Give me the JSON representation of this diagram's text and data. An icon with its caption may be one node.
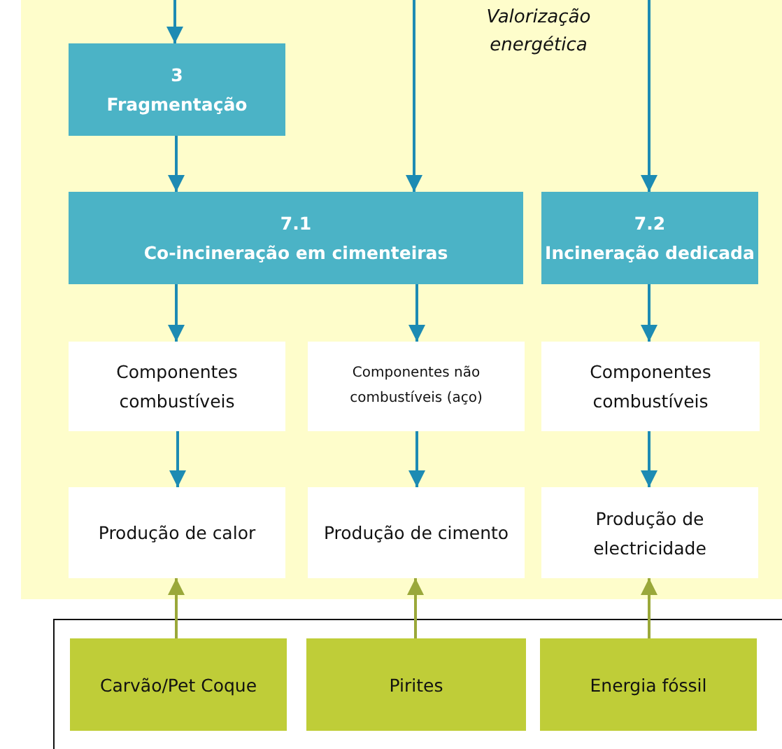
{
  "diagram": {
    "nodes": [
      {
        "text": [
          "Valorização energética"
        ]
      },
      {
        "text": [
          "3",
          "Fragmentação"
        ],
        "in": 0
      },
      {
        "text": [
          "7.1",
          "Co-incineração em cimenteiras"
        ],
        "in": 0
      },
      {
        "text": [
          "7.2",
          "Incineração dedicada"
        ],
        "in": 0
      },
      {
        "text": [
          "Componentes combustíveis"
        ],
        "in": 0
      },
      {
        "text": [
          "Componentes não combustíveis (aço)"
        ],
        "in": 0
      },
      {
        "text": [
          "Componentes combustíveis"
        ],
        "in": 0
      },
      {
        "text": [
          "Produção de calor"
        ],
        "in": 0
      },
      {
        "text": [
          "Produção de cimento"
        ],
        "in": 0
      },
      {
        "text": [
          "Produção de electricidade"
        ],
        "in": 0
      },
      {
        "text": [],
        "shape": "box"
      },
      {
        "text": [
          "Carvão/Pet Coque"
        ],
        "in": 10
      },
      {
        "text": [
          "Pirites"
        ],
        "in": 10
      },
      {
        "text": [
          "Energia fóssil"
        ],
        "in": 10
      }
    ],
    "edges": [
      {
        "from": null,
        "to": 1,
        "arrow": "to"
      },
      {
        "from": null,
        "to": 2,
        "arrow": "to"
      },
      {
        "from": null,
        "to": 3,
        "arrow": "to"
      },
      {
        "from": 1,
        "to": 2,
        "arrow": "to"
      },
      {
        "from": 2,
        "to": 4,
        "arrow": "to"
      },
      {
        "from": 2,
        "to": 5,
        "arrow": "to"
      },
      {
        "from": 3,
        "to": 6,
        "arrow": "to"
      },
      {
        "from": 4,
        "to": 7,
        "arrow": "to"
      },
      {
        "from": 5,
        "to": 8,
        "arrow": "to"
      },
      {
        "from": 6,
        "to": 9,
        "arrow": "to"
      },
      {
        "from": 11,
        "to": 7,
        "arrow": "to",
        "color": "#9aa83a"
      },
      {
        "from": 12,
        "to": 8,
        "arrow": "to",
        "color": "#9aa83a"
      },
      {
        "from": 13,
        "to": 9,
        "arrow": "to",
        "color": "#9aa83a"
      }
    ]
  }
}
